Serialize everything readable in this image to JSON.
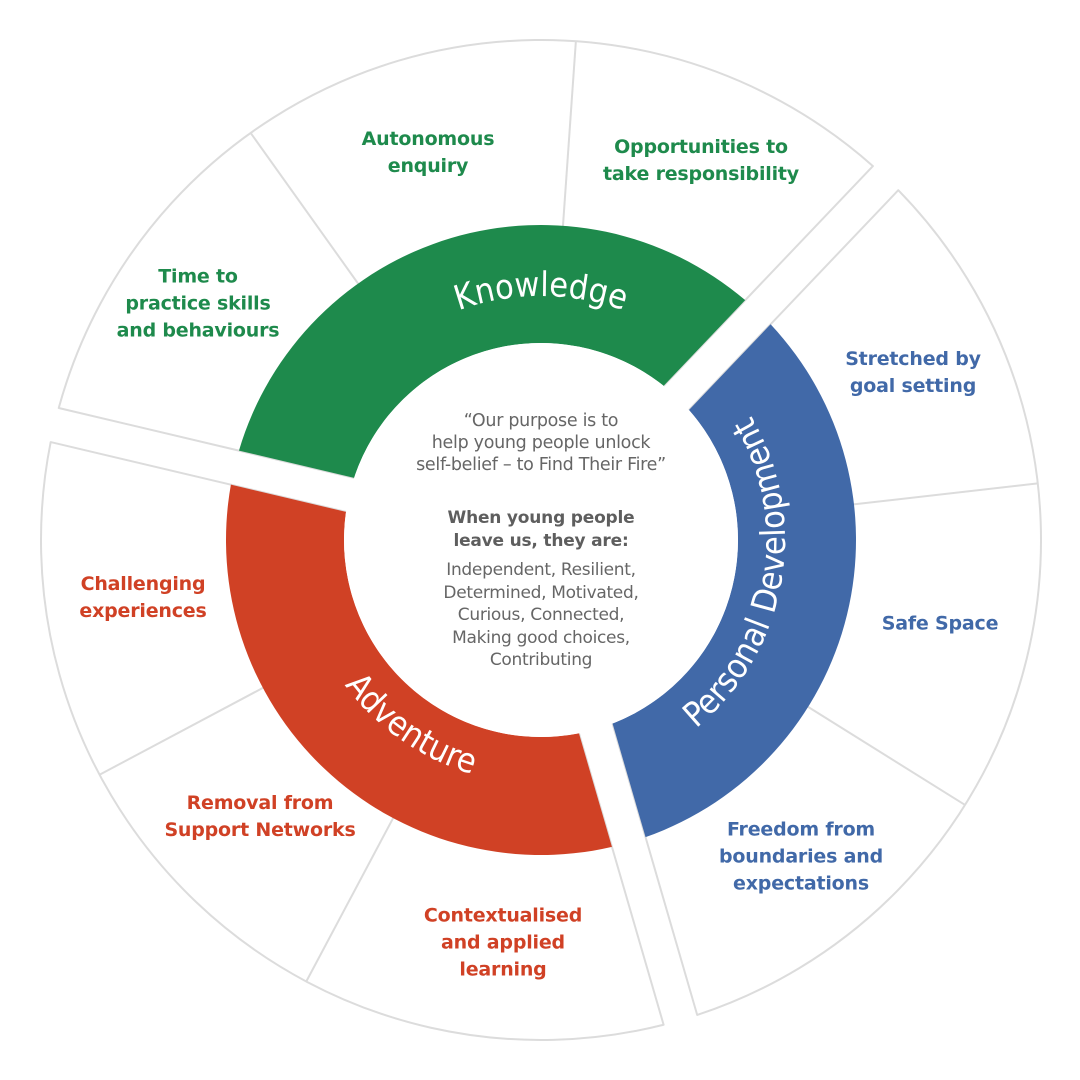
{
  "colors": {
    "knowledge": "#1e8a4c",
    "personal_development": "#4169a8",
    "adventure": "#d04125",
    "outline": "#dcdcdc",
    "center_text": "#666666"
  },
  "center": {
    "purpose_lines": [
      "“Our purpose is to",
      "help young people unlock",
      "self-belief – to Find Their Fire”"
    ],
    "leave_heading_lines": [
      "When young people",
      "leave us, they are:"
    ],
    "traits_lines": [
      "Independent, Resilient,",
      "Determined, Motivated,",
      "Curious, Connected,",
      "Making good choices,",
      "Contributing"
    ]
  },
  "pillars": [
    {
      "name": "Knowledge",
      "color_key": "knowledge",
      "segments": [
        {
          "lines": [
            "Time to",
            "practice skills",
            "and behaviours"
          ]
        },
        {
          "lines": [
            "Autonomous",
            "enquiry"
          ]
        },
        {
          "lines": [
            "Opportunities to",
            "take responsibility"
          ]
        }
      ]
    },
    {
      "name": "Personal Development",
      "color_key": "personal_development",
      "segments": [
        {
          "lines": [
            "Stretched by",
            "goal setting"
          ]
        },
        {
          "lines": [
            "Safe Space"
          ]
        },
        {
          "lines": [
            "Freedom from",
            "boundaries and",
            "expectations"
          ]
        }
      ]
    },
    {
      "name": "Adventure",
      "color_key": "adventure",
      "segments": [
        {
          "lines": [
            "Contextualised",
            "and applied",
            "learning"
          ]
        },
        {
          "lines": [
            "Removal from",
            "Support Networks"
          ]
        },
        {
          "lines": [
            "Challenging",
            "experiences"
          ]
        }
      ]
    }
  ]
}
